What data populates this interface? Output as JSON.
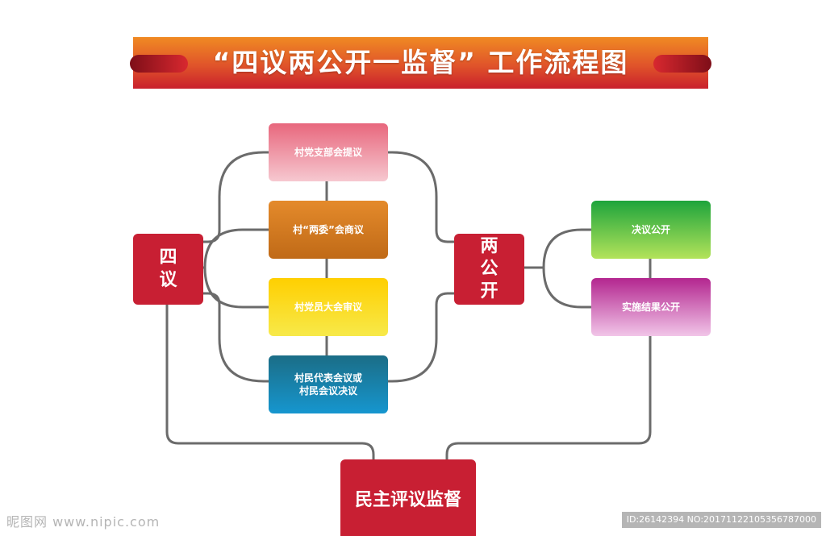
{
  "title": "“四议两公开一监督” 工作流程图",
  "colors": {
    "line": "#6b6b6b",
    "red_box": "#c81f33",
    "banner_top": "#f08a23",
    "banner_bottom": "#c9202c"
  },
  "nodes": {
    "si_yi": {
      "label_line1": "四",
      "label_line2": "议"
    },
    "step1": {
      "label": "村党支部会提议"
    },
    "step2": {
      "label": "村“两委”会商议"
    },
    "step3": {
      "label": "村党员大会审议"
    },
    "step4": {
      "label_line1": "村民代表会议或",
      "label_line2": "村民会议决议"
    },
    "liang_gongkai": {
      "label_line1": "两",
      "label_line2": "公",
      "label_line3": "开"
    },
    "public1": {
      "label": "决议公开"
    },
    "public2": {
      "label": "实施结果公开"
    },
    "supervision": {
      "label": "民主评议监督"
    }
  },
  "watermark": {
    "left": "昵图网 www.nipic.com",
    "right": "ID:26142394 NO:20171122105356787000"
  }
}
